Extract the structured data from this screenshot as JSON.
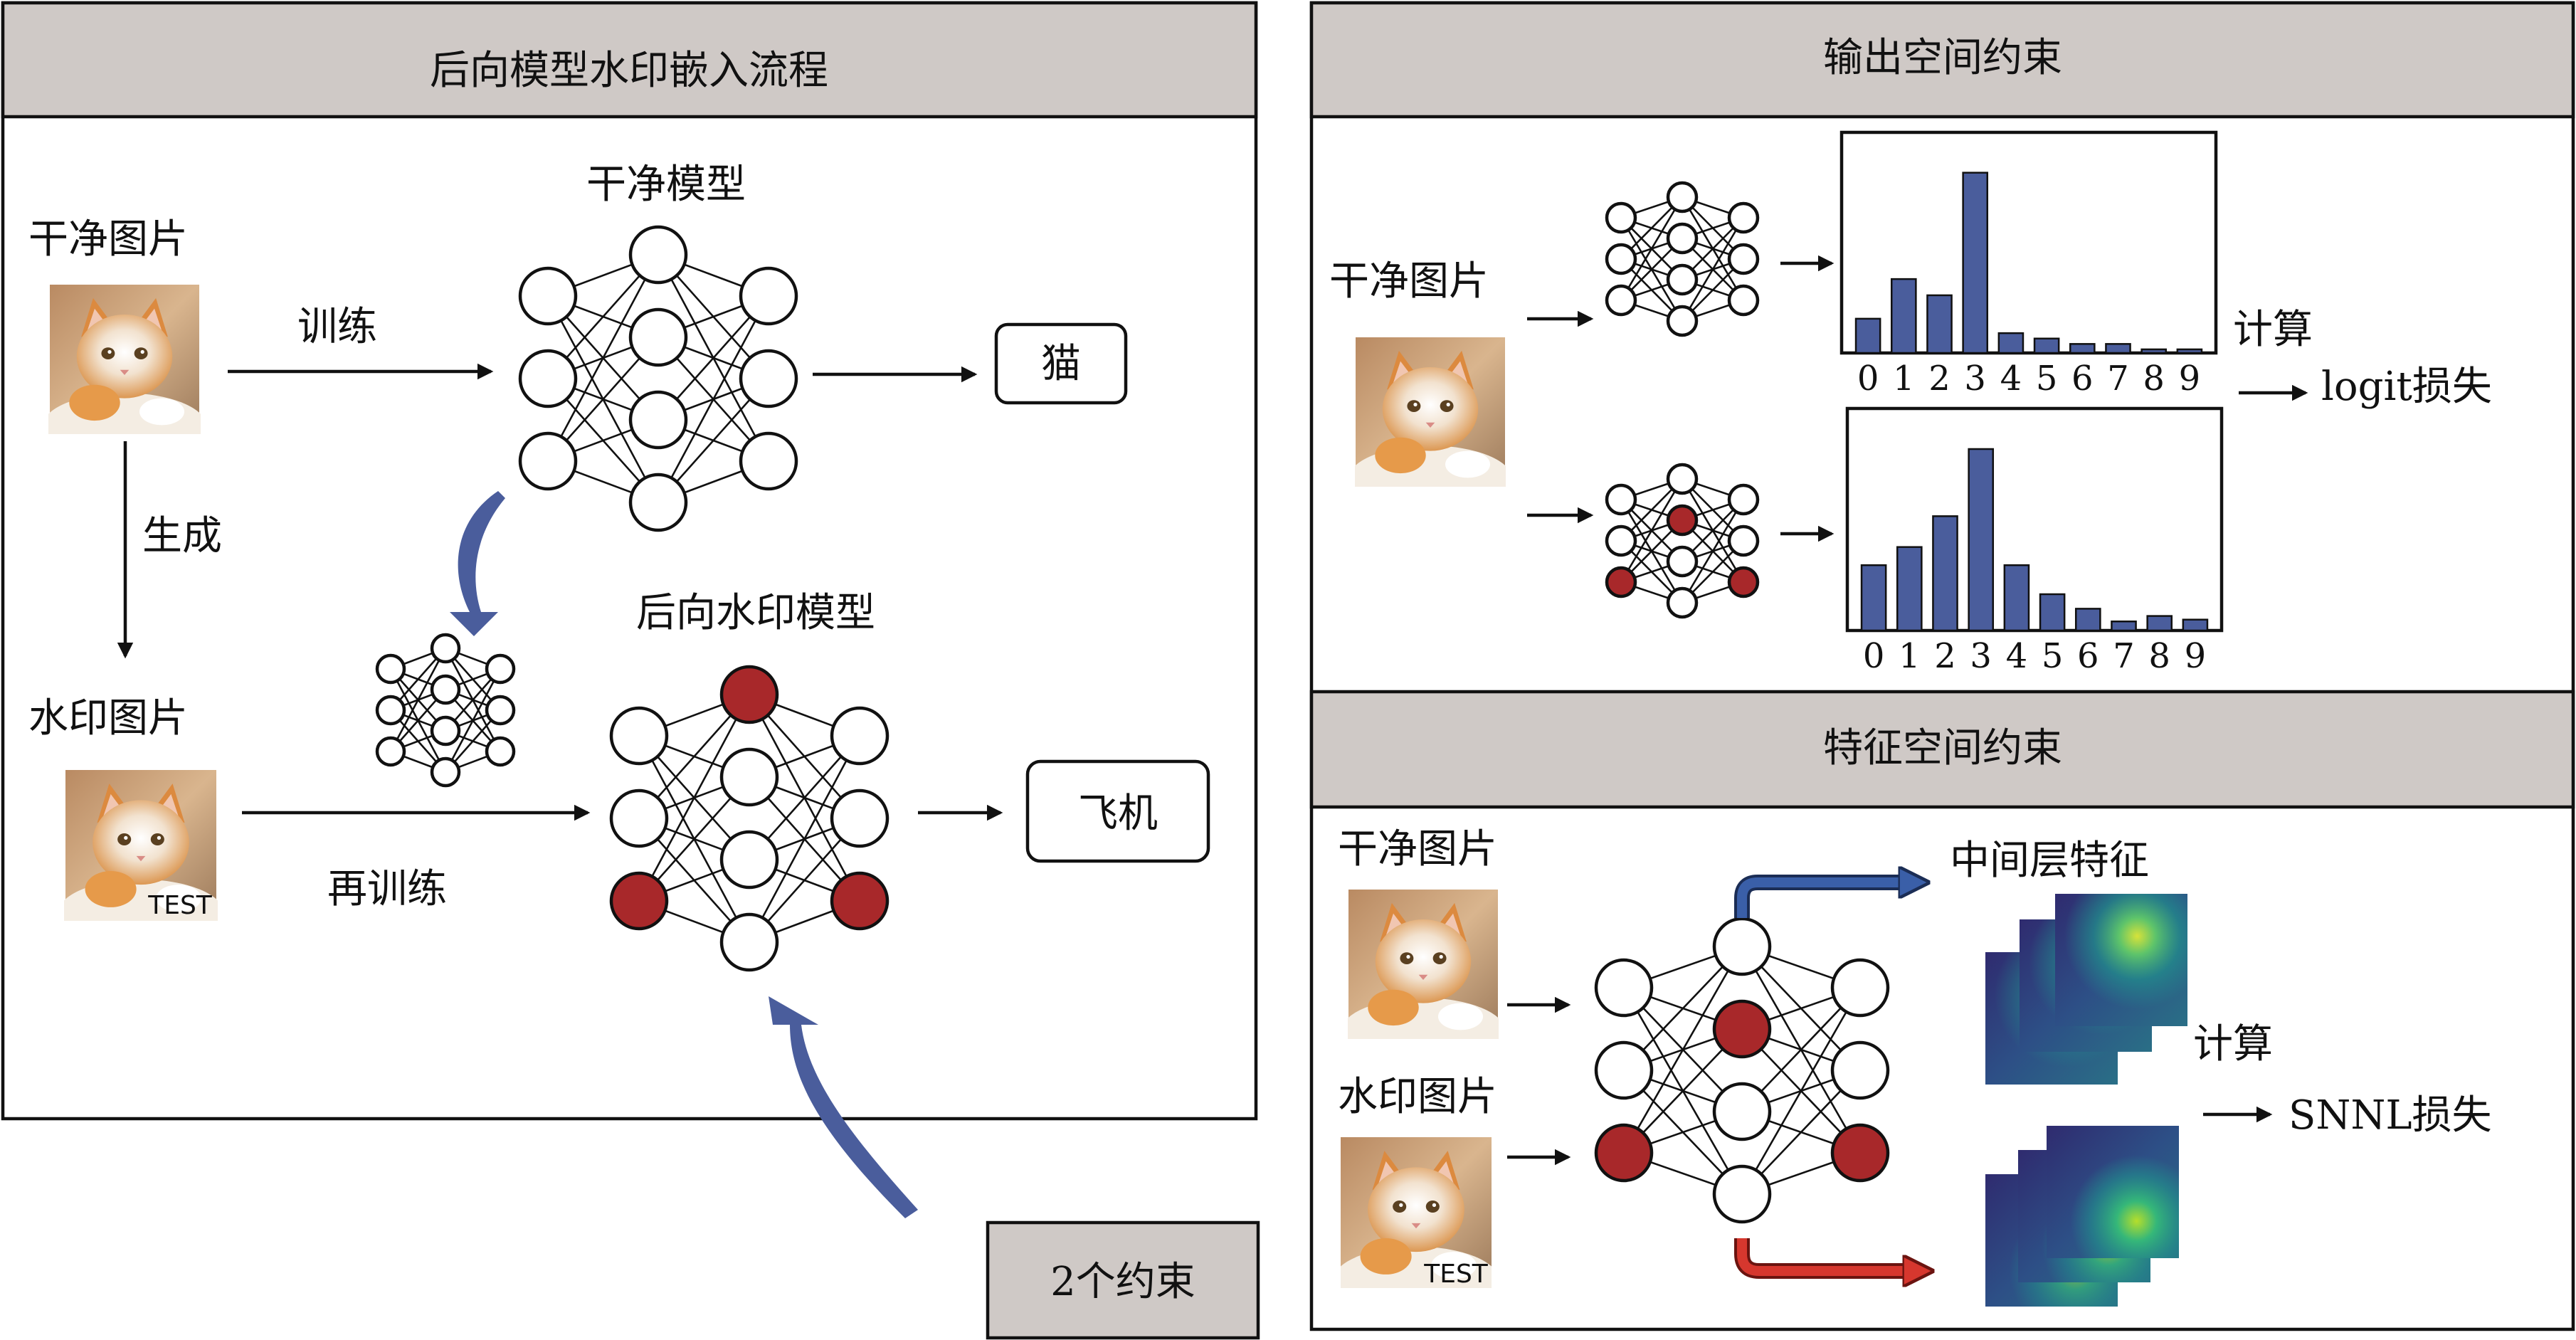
{
  "panels": {
    "left_title": "后向模型水印嵌入流程",
    "output_title": "输出空间约束",
    "feature_title": "特征空间约束",
    "constraint_box": "2个约束"
  },
  "left": {
    "clean_image": "干净图片",
    "watermark_image": "水印图片",
    "train": "训练",
    "generate": "生成",
    "retrain": "再训练",
    "clean_model": "干净模型",
    "watermark_model": "后向水印模型",
    "out_cat": "猫",
    "out_plane": "飞机",
    "stamp_text": "TEST"
  },
  "output": {
    "clean_image": "干净图片",
    "compute": "计算",
    "loss": "logit损失"
  },
  "feature": {
    "clean_image": "干净图片",
    "watermark_image": "水印图片",
    "mid_feature": "中间层特征",
    "compute": "计算",
    "loss": "SNNL损失",
    "stamp_text": "TEST"
  },
  "colors": {
    "header_bg": "#cfc9c6",
    "bar_fill": "#4a5d9c",
    "red_node": "#a8282a",
    "blue_arrow": "#4a5d9c",
    "blue_branch": "#3a5fa8",
    "red_branch": "#d6372e"
  },
  "chart_data": [
    {
      "type": "bar",
      "categories": [
        "0",
        "1",
        "2",
        "3",
        "4",
        "5",
        "6",
        "7",
        "8",
        "9"
      ],
      "values": [
        0.19,
        0.41,
        0.32,
        1.0,
        0.11,
        0.08,
        0.05,
        0.05,
        0.02,
        0.02
      ],
      "title": "",
      "xlabel": "",
      "ylabel": "",
      "ylim": [
        0,
        1.2
      ]
    },
    {
      "type": "bar",
      "categories": [
        "0",
        "1",
        "2",
        "3",
        "4",
        "5",
        "6",
        "7",
        "8",
        "9"
      ],
      "values": [
        0.36,
        0.46,
        0.63,
        1.0,
        0.36,
        0.2,
        0.12,
        0.05,
        0.08,
        0.06
      ],
      "title": "",
      "xlabel": "",
      "ylabel": "",
      "ylim": [
        0,
        1.2
      ]
    }
  ]
}
